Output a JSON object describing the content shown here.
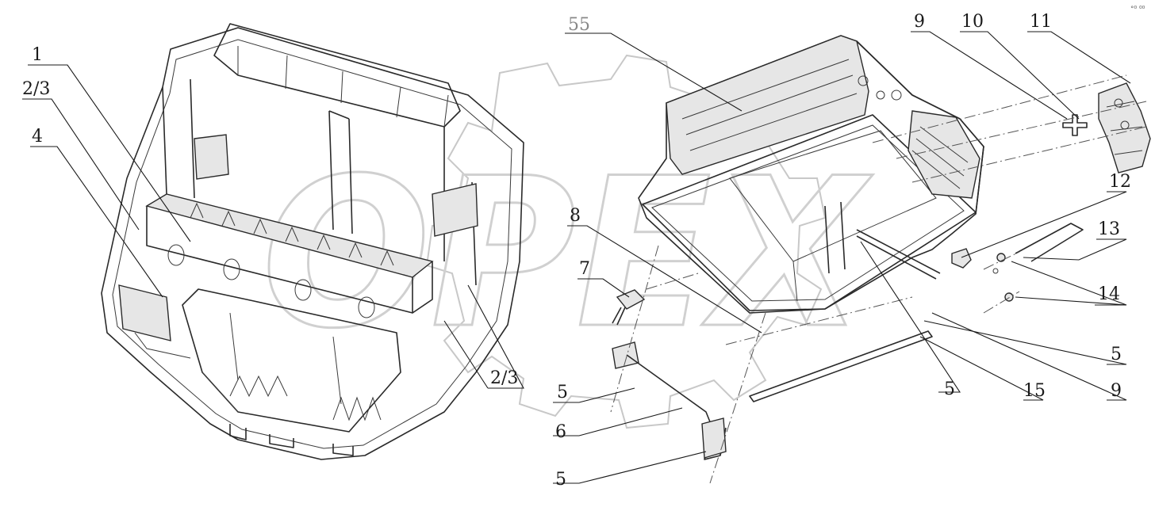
{
  "diagram": {
    "watermark_text": "ОРЕХ",
    "watermark_color": "#c8c8c8",
    "line_color": "#2a2a2a",
    "corner_mark": "°⁰ ⁰⁰",
    "callouts": [
      {
        "id": "c1",
        "text": "1"
      },
      {
        "id": "c2",
        "text": "2/3"
      },
      {
        "id": "c3",
        "text": "4"
      },
      {
        "id": "c4",
        "text": "2/3"
      },
      {
        "id": "c5",
        "text": "55"
      },
      {
        "id": "c6",
        "text": "9"
      },
      {
        "id": "c7",
        "text": "10"
      },
      {
        "id": "c8",
        "text": "11"
      },
      {
        "id": "c9",
        "text": "12"
      },
      {
        "id": "c10",
        "text": "13"
      },
      {
        "id": "c11",
        "text": "14"
      },
      {
        "id": "c12",
        "text": "8"
      },
      {
        "id": "c13",
        "text": "7"
      },
      {
        "id": "c14",
        "text": "5"
      },
      {
        "id": "c15",
        "text": "5"
      },
      {
        "id": "c16",
        "text": "15"
      },
      {
        "id": "c17",
        "text": "9"
      },
      {
        "id": "c18",
        "text": "5"
      },
      {
        "id": "c19",
        "text": "6"
      },
      {
        "id": "c20",
        "text": "5"
      }
    ]
  }
}
